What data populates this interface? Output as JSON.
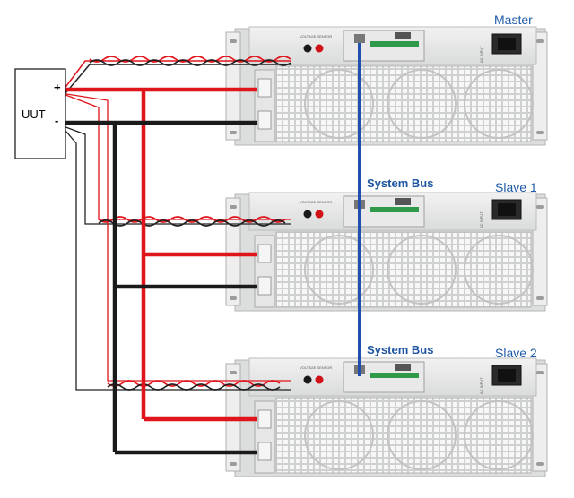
{
  "uut": {
    "name": "UUT",
    "plus": "+",
    "minus": "-"
  },
  "units": [
    {
      "role": "Master",
      "sense_label": "VOLTAGE SENSOR",
      "ac_label": "AC INPUT"
    },
    {
      "role": "Slave 1",
      "sense_label": "VOLTAGE SENSOR",
      "ac_label": "AC INPUT"
    },
    {
      "role": "Slave 2",
      "sense_label": "VOLTAGE SENSOR",
      "ac_label": "AC INPUT"
    }
  ],
  "bus_labels": [
    "System Bus",
    "System Bus"
  ],
  "colors": {
    "positive_wire": "#e0141b",
    "negative_wire": "#1a1a1a",
    "system_bus": "#1f4fb0",
    "chassis": "#e8e9e9",
    "label_blue": "#1f5aa8"
  }
}
